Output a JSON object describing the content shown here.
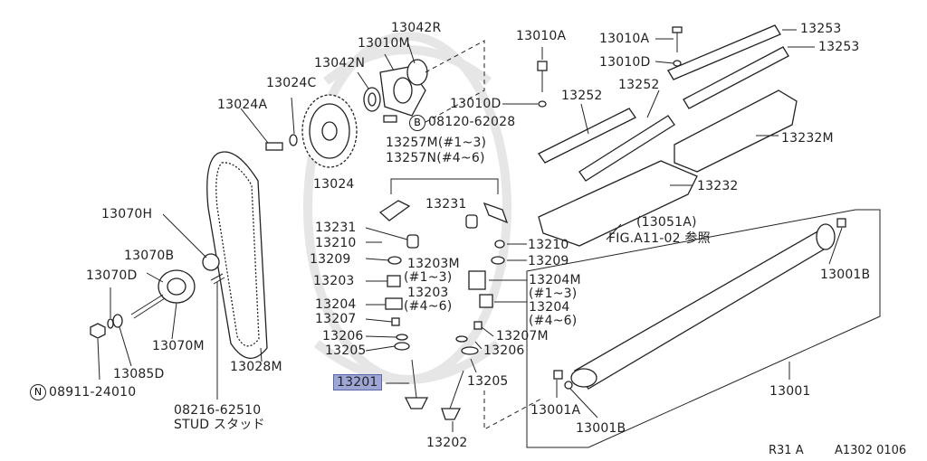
{
  "labels": {
    "p13042r": "13042R",
    "p13010m": "13010M",
    "p13042n": "13042N",
    "p13024c": "13024C",
    "p13024a": "13024A",
    "p13024": "13024",
    "p13070h": "13070H",
    "p13070b": "13070B",
    "p13070d": "13070D",
    "p13070m": "13070M",
    "p13085d": "13085D",
    "p08911": "08911-24010",
    "p08911_circle": "N",
    "p08216": "08216-62510",
    "p_stud": "STUD スタッド",
    "p13028m": "13028M",
    "p13010a_mid": "13010A",
    "p13010d_mid": "13010D",
    "p08120": "08120-62028",
    "p08120_circle": "B",
    "p13257m": "13257M(#1~3)",
    "p13257n": "13257N(#4~6)",
    "p13252a": "13252",
    "p13252b": "13252",
    "p13010a_top": "13010A",
    "p13010d_top": "13010D",
    "p13253a": "13253",
    "p13253b": "13253",
    "p13232m": "13232M",
    "p13232": "13232",
    "p13231a": "13231",
    "p13231b": "13231",
    "p13210a": "13210",
    "p13210b": "13210",
    "p13209a": "13209",
    "p13209b": "13209",
    "p13203a": "13203",
    "p13203m": "13203M",
    "p13203m_sub": "(#1~3)",
    "p13203b": "13203",
    "p13203b_sub": "(#4~6)",
    "p13204a": "13204",
    "p13204m": "13204M",
    "p13204m_sub": "(#1~3)",
    "p13204b": "13204",
    "p13204b_sub": "(#4~6)",
    "p13207a": "13207",
    "p13207m": "13207M",
    "p13206a": "13206",
    "p13206b": "13206",
    "p13205a": "13205",
    "p13205b": "13205",
    "p13201": "13201",
    "p13202": "13202",
    "p13051a": "(13051A)",
    "p_fig": "FIG.A11-02 参照",
    "p13001b_top": "13001B",
    "p13001": "13001",
    "p13001a": "13001A",
    "p13001b_bot": "13001B"
  },
  "footer": {
    "model": "R31 A",
    "code": "A1302 0106"
  },
  "highlight_color": "#9ea6d6"
}
